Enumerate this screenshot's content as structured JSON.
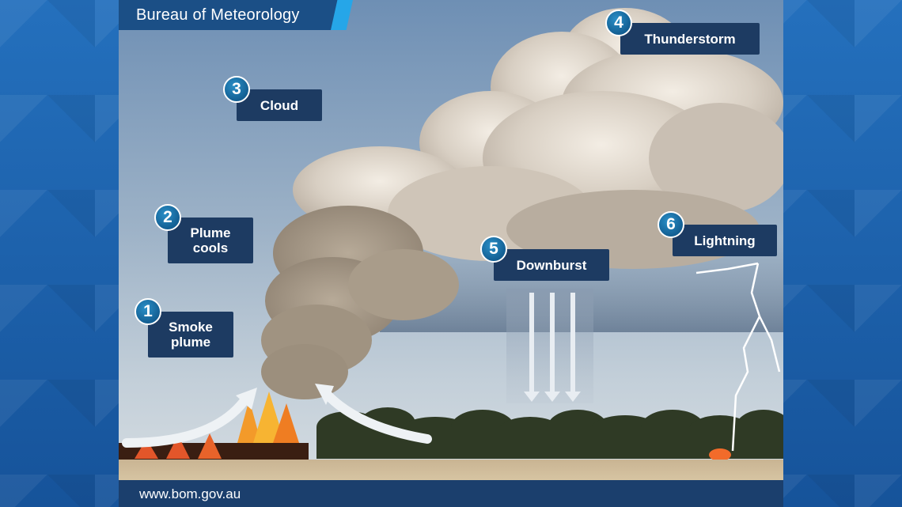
{
  "header": {
    "title": "Bureau of Meteorology"
  },
  "footer": {
    "url": "www.bom.gov.au"
  },
  "colors": {
    "label_bg": "#1d3b62",
    "badge": "#135f93",
    "frame": "#1d5fa6"
  },
  "stages": [
    {
      "number": "1",
      "label_line1": "Smoke",
      "label_line2": "plume"
    },
    {
      "number": "2",
      "label_line1": "Plume",
      "label_line2": "cools"
    },
    {
      "number": "3",
      "label_line1": "Cloud",
      "label_line2": ""
    },
    {
      "number": "4",
      "label_line1": "Thunderstorm",
      "label_line2": ""
    },
    {
      "number": "5",
      "label_line1": "Downburst",
      "label_line2": ""
    },
    {
      "number": "6",
      "label_line1": "Lightning",
      "label_line2": ""
    }
  ]
}
